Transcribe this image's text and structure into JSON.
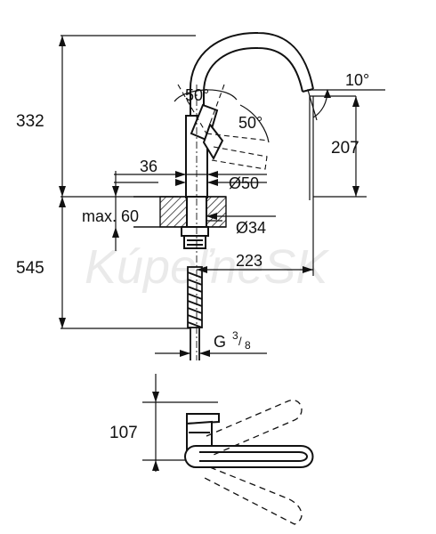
{
  "dimensions": {
    "total_height_upper": "332",
    "spout_height": "207",
    "base_to_floor": "545",
    "handle_angle_a": "50°",
    "handle_angle_b": "50°",
    "spout_tilt": "10°",
    "base_width": "36",
    "base_diameter": "Ø50",
    "max_counter_thickness": "max. 60",
    "hole_diameter": "Ø34",
    "reach": "223",
    "thread_letter": "G",
    "thread_num": "3",
    "thread_den": "8",
    "top_view_depth": "107"
  },
  "watermark": "KúpeľneSK"
}
